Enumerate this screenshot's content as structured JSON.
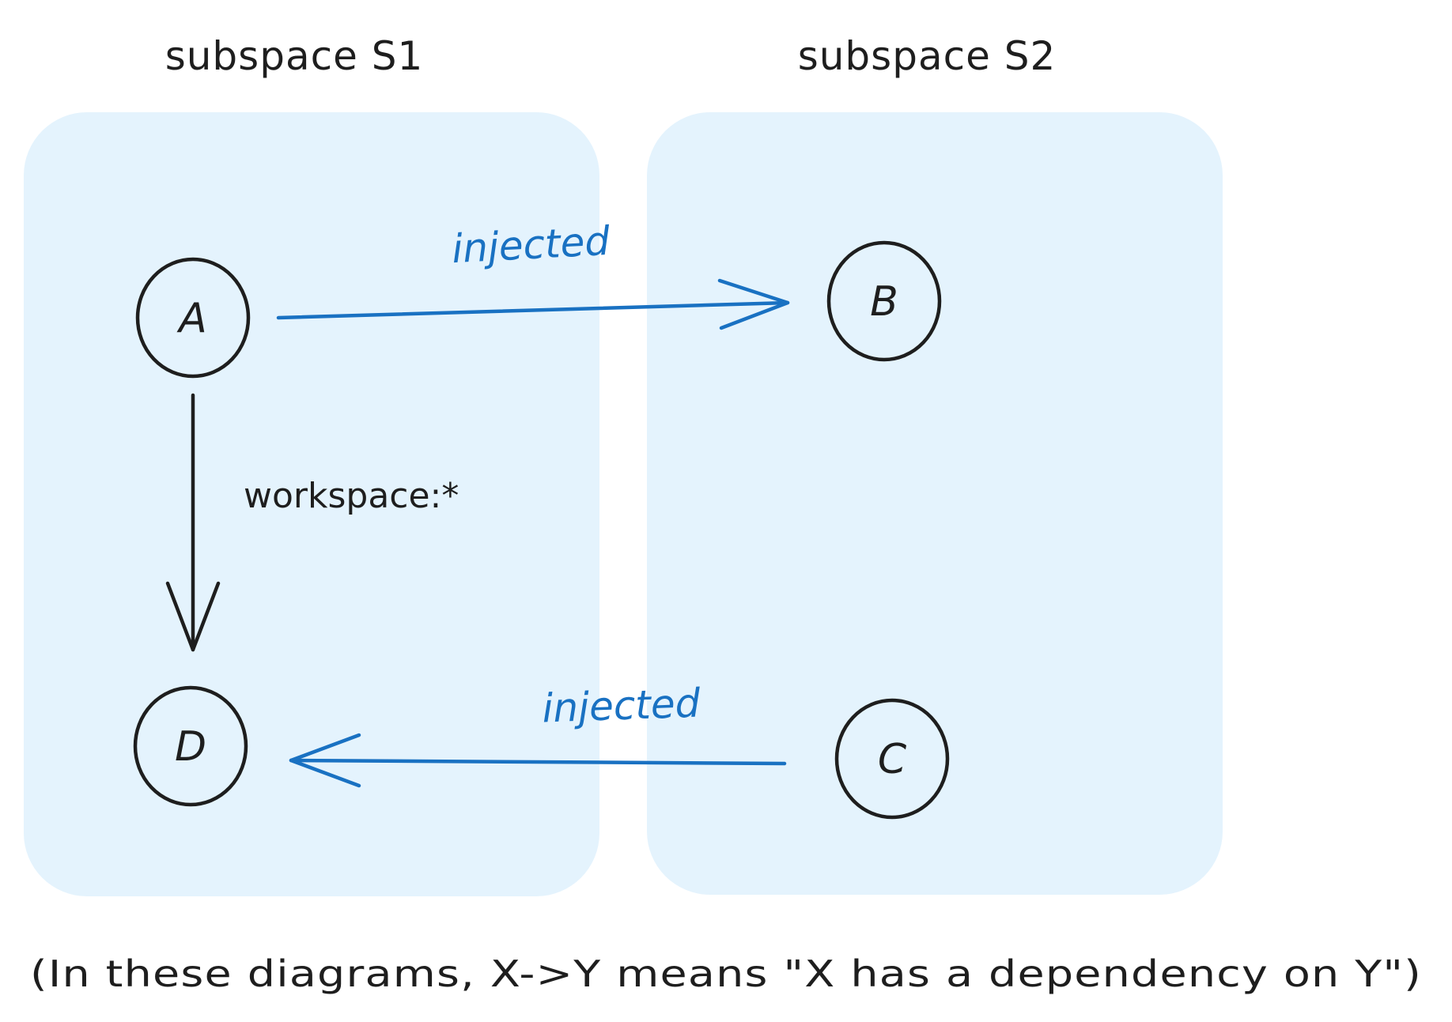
{
  "colors": {
    "region_fill": "#e4f3fd",
    "ink": "#1e1e1e",
    "accent_blue": "#1971c2",
    "background": "#ffffff"
  },
  "subspaces": [
    {
      "id": "s1",
      "title": "subspace S1"
    },
    {
      "id": "s2",
      "title": "subspace S2"
    }
  ],
  "nodes": [
    {
      "id": "A",
      "label": "A",
      "subspace": "s1"
    },
    {
      "id": "B",
      "label": "B",
      "subspace": "s2"
    },
    {
      "id": "C",
      "label": "C",
      "subspace": "s2"
    },
    {
      "id": "D",
      "label": "D",
      "subspace": "s1"
    }
  ],
  "edges": [
    {
      "from": "A",
      "to": "B",
      "label": "injected",
      "color": "#1971c2"
    },
    {
      "from": "A",
      "to": "D",
      "label": "workspace:*",
      "color": "#1e1e1e"
    },
    {
      "from": "C",
      "to": "D",
      "label": "injected",
      "color": "#1971c2"
    }
  ],
  "caption": "(In these diagrams, X->Y means \"X has a dependency on Y\")"
}
